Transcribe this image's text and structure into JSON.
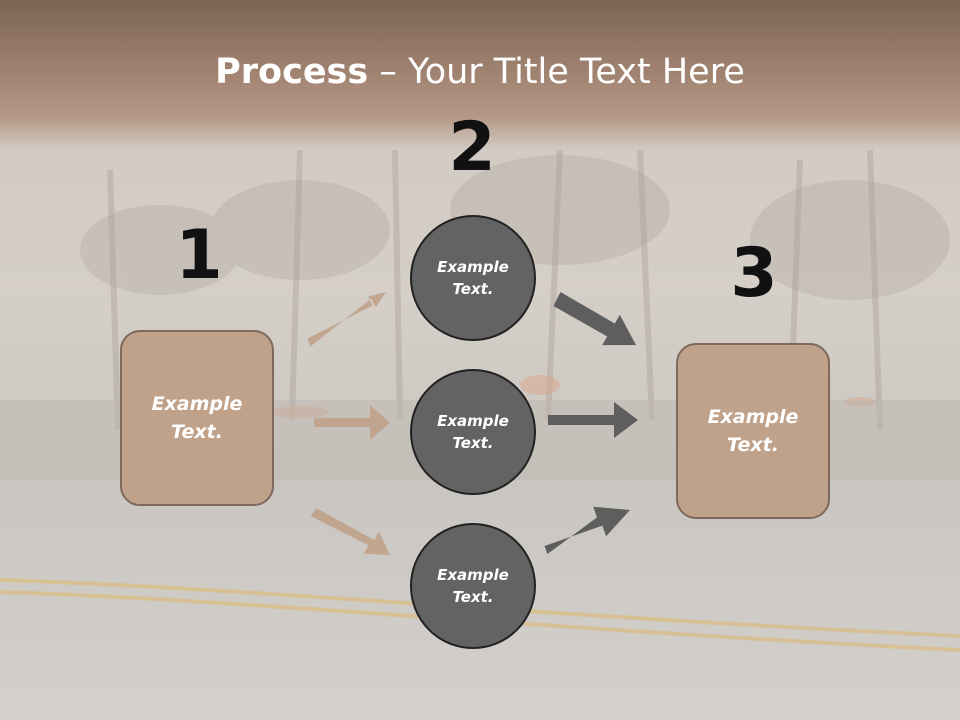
{
  "title": {
    "bold": "Process",
    "rest": " – Your Title Text Here"
  },
  "steps": {
    "one": "1",
    "two": "2",
    "three": "3"
  },
  "left_box": {
    "text": "Example\nText."
  },
  "right_box": {
    "text": "Example\nText."
  },
  "circles": [
    {
      "text": "Example\nText."
    },
    {
      "text": "Example\nText."
    },
    {
      "text": "Example\nText."
    }
  ],
  "colors": {
    "box_fill": "#c0a28a",
    "circle_fill": "#636363",
    "arrow_tan": "#c0a28a",
    "arrow_gray": "#5e5e5e",
    "title_band": "#a08270"
  }
}
